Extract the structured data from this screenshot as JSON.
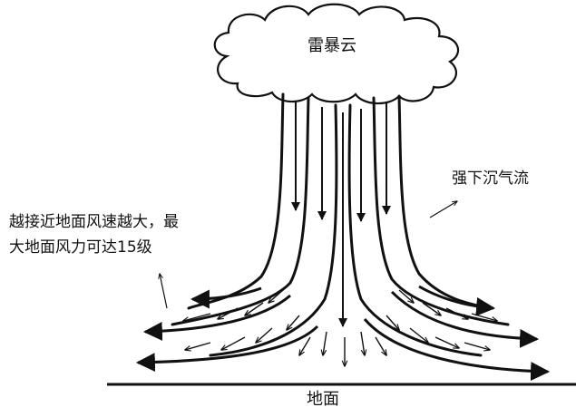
{
  "labels": {
    "cloud": "雷暴云",
    "downdraft": "强下沉气流",
    "side_line1": "越接近地面风速越大，最",
    "side_line2": "大地面风力可达15级",
    "ground": "地面"
  },
  "icons": {
    "cloud": "cloud-outline-icon",
    "flow_arrows": "arrow-icon"
  },
  "colors": {
    "ink": "#111111",
    "background": "#ffffff"
  }
}
